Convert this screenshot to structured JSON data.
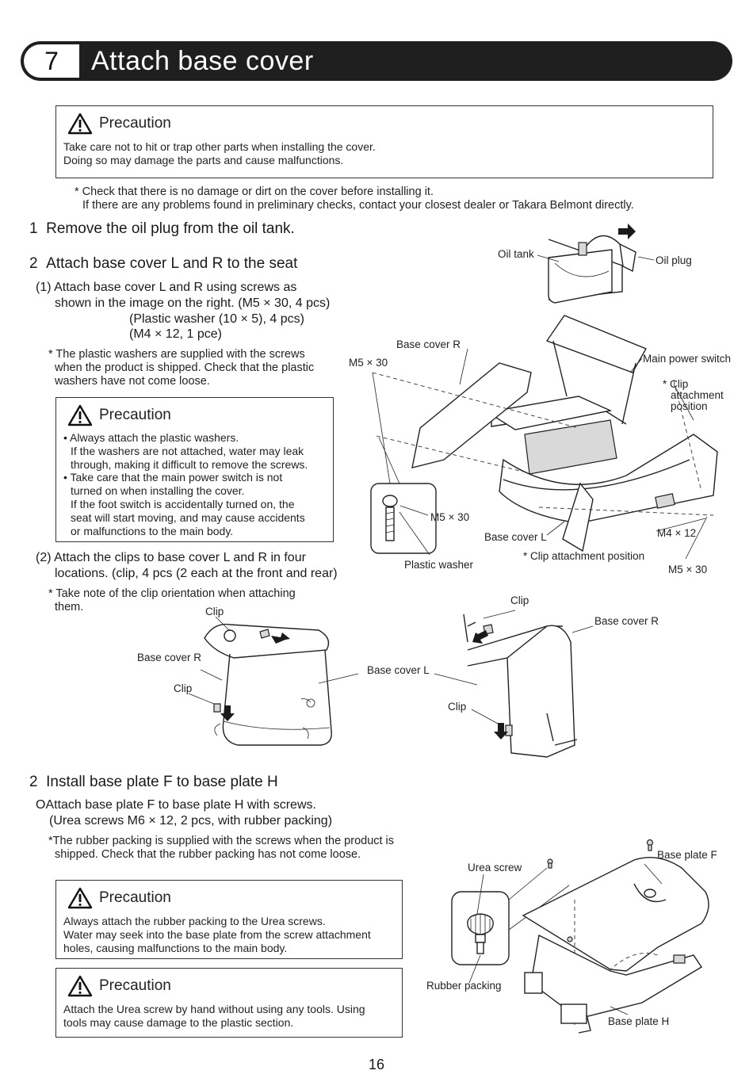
{
  "header": {
    "number": "7",
    "title": "Attach base cover"
  },
  "precaution_1": {
    "title": "Precaution",
    "lines": [
      "Take care not to hit or trap other parts when installing the cover.",
      "Doing so may damage the parts and cause malfunctions."
    ]
  },
  "check_note": {
    "line1": "* Check that there is no damage or dirt on the cover before installing it.",
    "line2": "If there are any problems found in preliminary checks, contact your closest dealer or Takara Belmont directly."
  },
  "step1": {
    "num": "1",
    "text": "Remove the oil plug from the oil tank."
  },
  "step2": {
    "num": "2",
    "text": "Attach base cover L and R to the seat"
  },
  "sub1": {
    "lines": [
      "(1) Attach base cover L and R using screws as",
      "shown in the image on the right. (M5 × 30, 4 pcs)",
      "(Plastic washer (10 × 5),  4 pcs)",
      "(M4 × 12, 1 pce)"
    ],
    "note": [
      "* The plastic washers are supplied with the screws",
      "when the product is shipped. Check that the plastic",
      "washers have not come loose."
    ]
  },
  "precaution_2": {
    "title": "Precaution",
    "lines": [
      "• Always attach the plastic washers.",
      "If the washers are not attached, water may leak",
      "through, making it difficult to remove the screws.",
      "• Take care that the main power switch is not",
      "turned on when installing the cover.",
      "If the foot switch is accidentally turned on, the",
      "seat will start moving, and may cause accidents",
      "or malfunctions to the main body."
    ]
  },
  "sub2": {
    "lines": [
      "(2) Attach the clips to base cover L and R in four",
      "locations. (clip, 4 pcs (2 each at the front and rear)"
    ],
    "note": [
      "* Take note of the clip orientation when attaching",
      "them."
    ]
  },
  "fig1_labels": {
    "oil_tank": "Oil tank",
    "oil_plug": "Oil plug",
    "base_cover_r": "Base cover R",
    "m5_top": "M5 × 30",
    "main_power_switch": "Main power switch",
    "clip_attach_1": "* Clip",
    "clip_attach_2": "attachment",
    "clip_attach_3": "position",
    "m5_mid": "M5 × 30",
    "base_cover_l": "Base cover L",
    "m4": "M4 × 12",
    "plastic_washer": "Plastic washer",
    "clip_attach_bottom": "* Clip attachment position",
    "m5_bottom": "M5 × 30"
  },
  "fig2_labels": {
    "clip_a": "Clip",
    "base_cover_r_a": "Base cover R",
    "clip_b": "Clip",
    "base_cover_l": "Base cover L",
    "clip_c": "Clip",
    "base_cover_r_b": "Base cover R",
    "clip_d": "Clip"
  },
  "step3": {
    "num": "2",
    "text": "Install base plate F to base plate H"
  },
  "sub3": {
    "lines": [
      "OAttach base plate F to base plate H with screws.",
      "(Urea screws M6 × 12, 2 pcs, with rubber packing)"
    ],
    "note": [
      "*The rubber packing is supplied with the screws when the product is",
      "shipped. Check that the rubber packing has not come loose."
    ]
  },
  "precaution_3": {
    "title": "Precaution",
    "lines": [
      "Always attach the rubber packing to the Urea screws.",
      "Water may seek into the base plate from the screw attachment",
      "holes, causing malfunctions to the main body."
    ]
  },
  "precaution_4": {
    "title": "Precaution",
    "lines": [
      "Attach the Urea screw by hand without using any tools. Using",
      "tools may cause damage to the plastic section."
    ]
  },
  "fig3_labels": {
    "urea_screw": "Urea screw",
    "base_plate_f": "Base plate F",
    "rubber_packing": "Rubber packing",
    "base_plate_h": "Base plate H"
  },
  "page": {
    "number": "16"
  }
}
